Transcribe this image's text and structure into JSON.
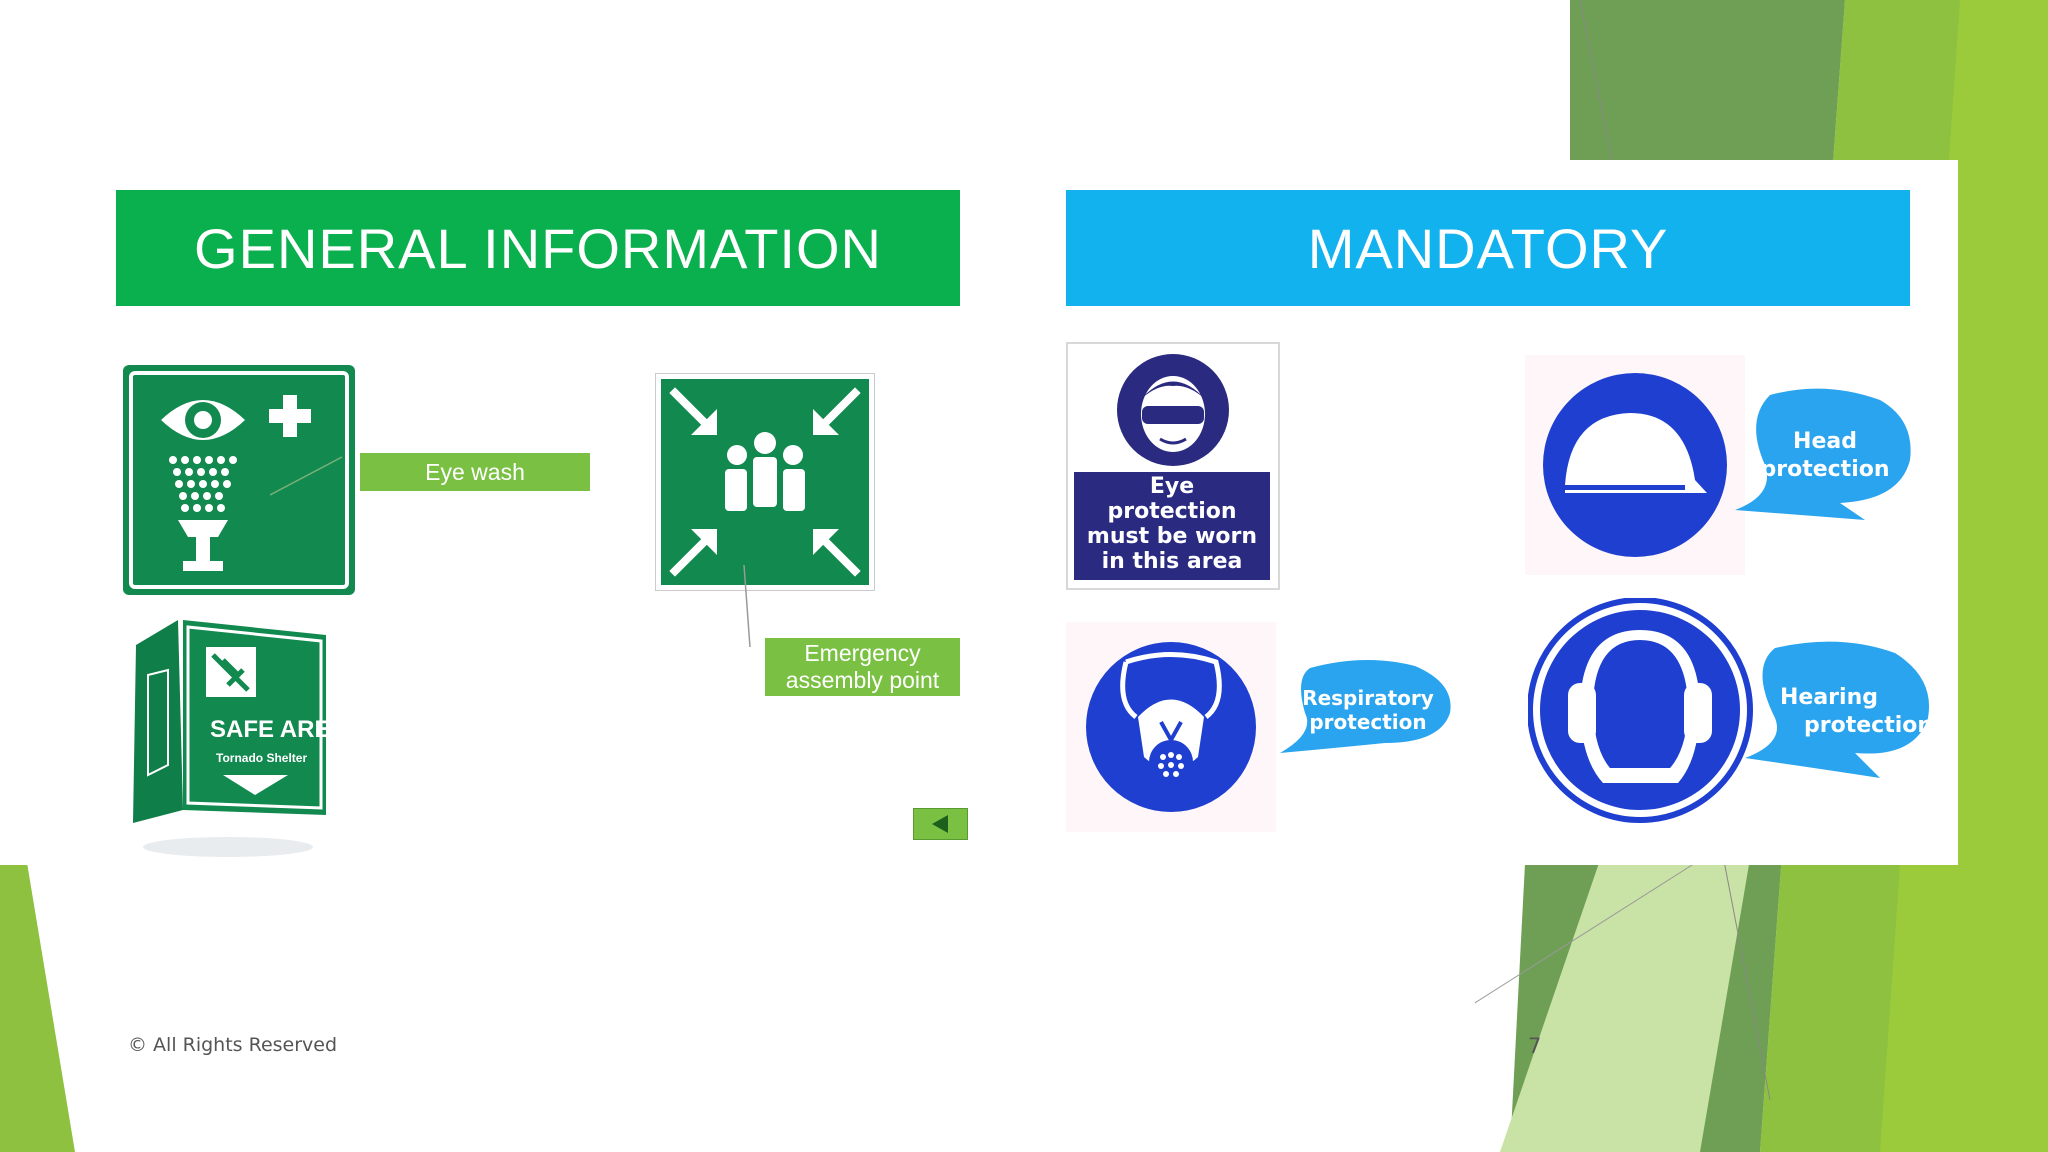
{
  "slide": {
    "page_number": "7",
    "copyright": "© All Rights Reserved"
  },
  "general": {
    "title": "GENERAL INFORMATION",
    "eye_wash_label": "Eye wash",
    "assembly_label_line1": "Emergency",
    "assembly_label_line2": "assembly point",
    "safe_area_text": "SAFE AREA",
    "safe_area_sub": "Tornado Shelter",
    "colors": {
      "banner": "#0BB04E",
      "sign_green": "#12894F",
      "label_green": "#7AC143"
    }
  },
  "mandatory": {
    "title": "MANDATORY",
    "eye_sign_lines": [
      "Eye",
      "protection",
      "must be worn",
      "in this area"
    ],
    "head_label_line1": "Head",
    "head_label_line2": "protection",
    "respiratory_label_line1": "Respiratory",
    "respiratory_label_line2": "protection",
    "hearing_label_line1": "Hearing",
    "hearing_label_line2": "protection",
    "colors": {
      "banner": "#11B2EE",
      "sign_blue": "#1E3FD0",
      "bubble": "#2AA4EE"
    }
  },
  "icons": [
    "eye-wash-icon",
    "assembly-point-icon",
    "safe-area-sign-icon",
    "eye-protection-icon",
    "head-protection-icon",
    "respiratory-protection-icon",
    "hearing-protection-icon",
    "back-arrow-icon"
  ]
}
